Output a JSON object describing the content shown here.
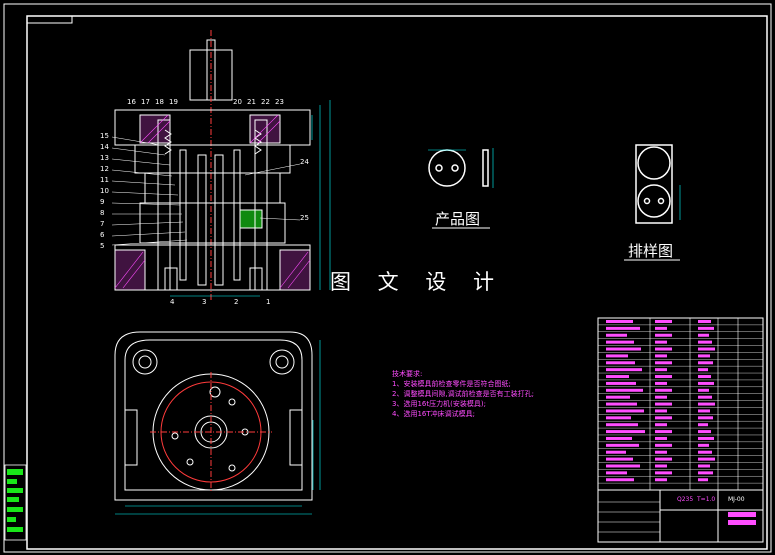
{
  "labels": {
    "product": "产品图",
    "layout": "排样图",
    "watermark": "图 文 设 计"
  },
  "notes": {
    "title": "技术要求:",
    "items": [
      "1、安装模具前检查零件是否符合图纸;",
      "2、调整模具间隙,调试前检查是否有工装打孔;",
      "3、选用16t压力机(安装模具);",
      "4、选用16T冲床调试模具;"
    ]
  },
  "title_block": {
    "material": "Q235",
    "thickness": "T=1.0",
    "drawing_no": "MJ-00"
  },
  "part_numbers_left": [
    "15",
    "14",
    "13",
    "12",
    "11",
    "10",
    "9",
    "8",
    "7",
    "6",
    "5"
  ],
  "part_numbers_top": [
    "16",
    "17",
    "18",
    "19",
    "20",
    "21",
    "22",
    "23"
  ],
  "part_numbers_right": [
    "24",
    "25"
  ],
  "part_numbers_bottom": [
    "4",
    "3",
    "2",
    "1"
  ],
  "colors": {
    "frame": "#ffffff",
    "part_lines": "#ffffff",
    "dimension": "#00ffff",
    "hatch": "#ff4dff",
    "centerline": "#ff3b3b",
    "green_fill": "#19e619",
    "table_lines": "#ffffff",
    "table_text": "#ff4dff"
  }
}
